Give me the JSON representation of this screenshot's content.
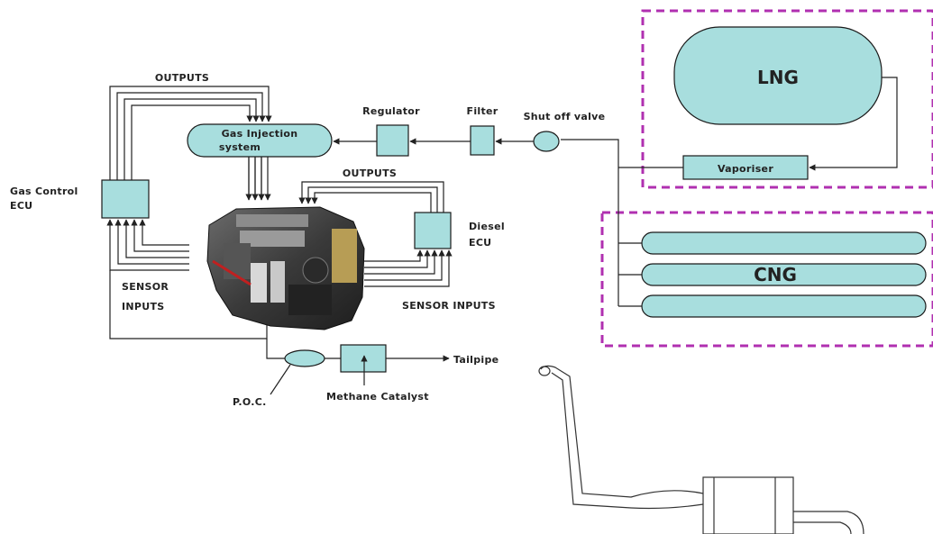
{
  "labels": {
    "lng": "LNG",
    "cng": "CNG",
    "vaporiser": "Vaporiser",
    "shut_off_valve": "Shut off valve",
    "filter": "Filter",
    "regulator": "Regulator",
    "gas_injection_line1": "Gas Injection",
    "gas_injection_line2": "system",
    "outputs_top": "OUTPUTS",
    "outputs_diesel": "OUTPUTS",
    "gas_control_line1": "Gas Control",
    "gas_control_line2": "ECU",
    "diesel_ecu_line1": "Diesel",
    "diesel_ecu_line2": "ECU",
    "sensor_inputs_left_line1": "SENSOR",
    "sensor_inputs_left_line2": "INPUTS",
    "sensor_inputs_right": "SENSOR INPUTS",
    "poc": "P.O.C.",
    "methane_catalyst": "Methane Catalyst",
    "tailpipe": "Tailpipe"
  },
  "colors": {
    "component_fill": "#a8dede",
    "tank_border_dashed": "#b030b0",
    "line": "#222222"
  }
}
